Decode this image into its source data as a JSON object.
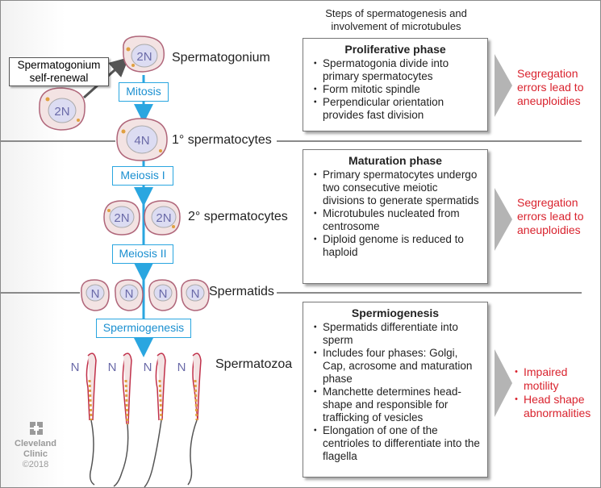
{
  "header": "Steps of spermatogenesis and involvement of microtubules",
  "stages": {
    "spermatogonium": "Spermatogonium",
    "primary": "1° spermatocytes",
    "secondary": "2° spermatocytes",
    "spermatids": "Spermatids",
    "spermatozoa": "Spermatozoa"
  },
  "self_renewal": "Spermatogonium self-renewal",
  "processes": {
    "mitosis": "Mitosis",
    "meiosis1": "Meiosis I",
    "meiosis2": "Meiosis II",
    "spermiogenesis": "Spermiogenesis"
  },
  "ploidy": {
    "twoN": "2N",
    "fourN": "4N",
    "N": "N"
  },
  "panels": [
    {
      "title": "Proliferative phase",
      "items": [
        "Spermatogonia divide into primary spermatocytes",
        "Form mitotic spindle",
        "Perpendicular orientation provides fast division"
      ]
    },
    {
      "title": "Maturation phase",
      "items": [
        "Primary spermatocytes undergo two consecutive meiotic divisions to generate spermatids",
        "Microtubules nucleated from centrosome",
        "Diploid genome is reduced to haploid"
      ]
    },
    {
      "title": "Spermiogenesis",
      "items": [
        "Spermatids differentiate into sperm",
        "Includes four phases: Golgi, Cap, acrosome and maturation phase",
        "Manchette determines head-shape and responsible for trafficking of vesicles",
        "Elongation of one of the centrioles to differentiate into the flagella"
      ]
    }
  ],
  "outcomes": {
    "proliferative": "Segregation errors lead to aneuploidies",
    "maturation": "Segregation errors lead to aneuploidies",
    "spermiogenesis": [
      "Impaired motility",
      "Head shape abnormalities"
    ]
  },
  "logo": {
    "name1": "Cleveland",
    "name2": "Clinic",
    "copyright": "©2018"
  },
  "colors": {
    "accent_blue": "#2aa6e0",
    "error_red": "#d9232e",
    "cell_fill": "#f3e3e3",
    "nucleus": "#dcdcf2"
  }
}
